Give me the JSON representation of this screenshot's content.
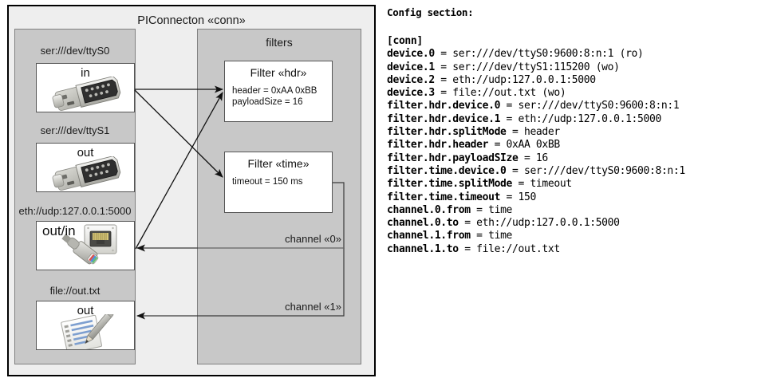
{
  "diagram": {
    "outer_title": "PIConnecton «conn»",
    "devices_panel": {
      "devices": [
        {
          "label": "ser:///dev/ttyS0",
          "direction": "in",
          "icon": "serial-port-icon"
        },
        {
          "label": "ser:///dev/ttyS1",
          "direction": "out",
          "icon": "serial-port-icon"
        },
        {
          "label": "eth://udp:127.0.0.1:5000",
          "direction": "out/in",
          "icon": "ethernet-jack-icon"
        },
        {
          "label": "file://out.txt",
          "direction": "out",
          "icon": "text-file-icon"
        }
      ]
    },
    "filters_panel": {
      "title": "filters",
      "filters": [
        {
          "title": "Filter «hdr»",
          "props": [
            "header = 0xAA 0xBB",
            "payloadSize = 16"
          ]
        },
        {
          "title": "Filter «time»",
          "props": [
            "timeout = 150 ms"
          ]
        }
      ]
    },
    "channels": [
      {
        "label": "channel «0»"
      },
      {
        "label": "channel «1»"
      }
    ]
  },
  "config": {
    "heading": "Config section:",
    "lines": [
      {
        "key": "[conn]",
        "value": ""
      },
      {
        "key": "device.0",
        "value": " = ser:///dev/ttyS0:9600:8:n:1 (ro)"
      },
      {
        "key": "device.1",
        "value": " = ser:///dev/ttyS1:115200 (wo)"
      },
      {
        "key": "device.2",
        "value": " = eth://udp:127.0.0.1:5000"
      },
      {
        "key": "device.3",
        "value": " = file://out.txt (wo)"
      },
      {
        "key": "filter.hdr.device.0",
        "value": " = ser:///dev/ttyS0:9600:8:n:1"
      },
      {
        "key": "filter.hdr.device.1",
        "value": " = eth://udp:127.0.0.1:5000"
      },
      {
        "key": "filter.hdr.splitMode",
        "value": " = header"
      },
      {
        "key": "filter.hdr.header",
        "value": " = 0xAA 0xBB"
      },
      {
        "key": "filter.hdr.payloadSIze",
        "value": " = 16"
      },
      {
        "key": "filter.time.device.0",
        "value": " = ser:///dev/ttyS0:9600:8:n:1"
      },
      {
        "key": "filter.time.splitMode",
        "value": " = timeout"
      },
      {
        "key": "filter.time.timeout",
        "value": " = 150"
      },
      {
        "key": "channel.0.from",
        "value": " = time"
      },
      {
        "key": "channel.0.to",
        "value": " = eth://udp:127.0.0.1:5000"
      },
      {
        "key": "channel.1.from",
        "value": " = time"
      },
      {
        "key": "channel.1.to",
        "value": " = file://out.txt"
      }
    ],
    "full_text": "[conn]\ndevice.0 = ser:///dev/ttyS0:9600:8:n:1 (ro)\ndevice.1 = ser:///dev/ttyS1:115200 (wo)\ndevice.2 = eth://udp:127.0.0.1:5000\ndevice.3 = file://out.txt (wo)\nfilter.hdr.device.0 = ser:///dev/ttyS0:9600:8:n:1\nfilter.hdr.device.1 = eth://udp:127.0.0.1:5000\nfilter.hdr.splitMode = header\nfilter.hdr.header = 0xAA 0xBB\nfilter.hdr.payloadSIze = 16\nfilter.time.device.0 = ser:///dev/ttyS0:9600:8:n:1\nfilter.time.splitMode = timeout\nfilter.time.timeout = 150\nchannel.0.from = time\nchannel.0.to = eth://udp:127.0.0.1:5000\nchannel.1.from = time\nchannel.1.to = file://out.txt"
  },
  "colors": {
    "outer_fill": "#eeeeee",
    "panel_fill": "#c8c8c8",
    "box_fill": "#ffffff",
    "stroke": "#000000",
    "panel_stroke": "#808080"
  }
}
